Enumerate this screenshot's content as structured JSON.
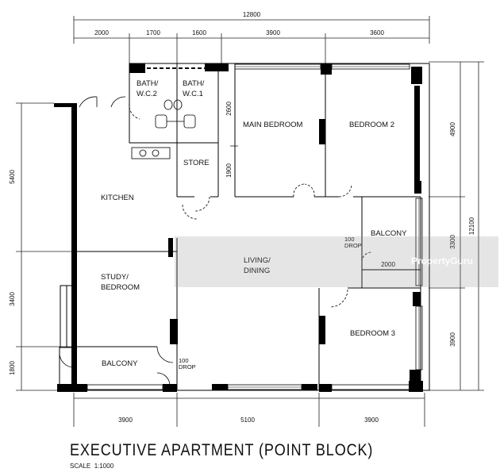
{
  "title": "EXECUTIVE APARTMENT (POINT BLOCK)",
  "scale": {
    "label": "SCALE",
    "value": "1:1000"
  },
  "watermark": "PropertyGuru",
  "dimensions": {
    "overall_width": "12800",
    "overall_height": "12100",
    "top": [
      "2000",
      "1700",
      "1600",
      "3900",
      "3600"
    ],
    "bottom": [
      "3900",
      "5100",
      "3900"
    ],
    "left": [
      "5400",
      "3400",
      "1800"
    ],
    "right": [
      "4900",
      "3300",
      "3900"
    ],
    "inner": [
      "2600",
      "1900",
      "2000"
    ]
  },
  "rooms": {
    "bath2": [
      "BATH/",
      "W.C.2"
    ],
    "bath1": [
      "BATH/",
      "W.C.1"
    ],
    "main_bedroom": "MAIN BEDROOM",
    "bedroom2": "BEDROOM 2",
    "store": "STORE",
    "kitchen": "KITCHEN",
    "balcony_right": "BALCONY",
    "living_dining": [
      "LIVING/",
      "DINING"
    ],
    "study_bedroom": [
      "STUDY/",
      "BEDROOM"
    ],
    "bedroom3": "BEDROOM 3",
    "balcony_bottom": "BALCONY"
  },
  "drop_labels": {
    "right": [
      "100",
      "DROP"
    ],
    "bottom": [
      "100",
      "DROP"
    ]
  }
}
